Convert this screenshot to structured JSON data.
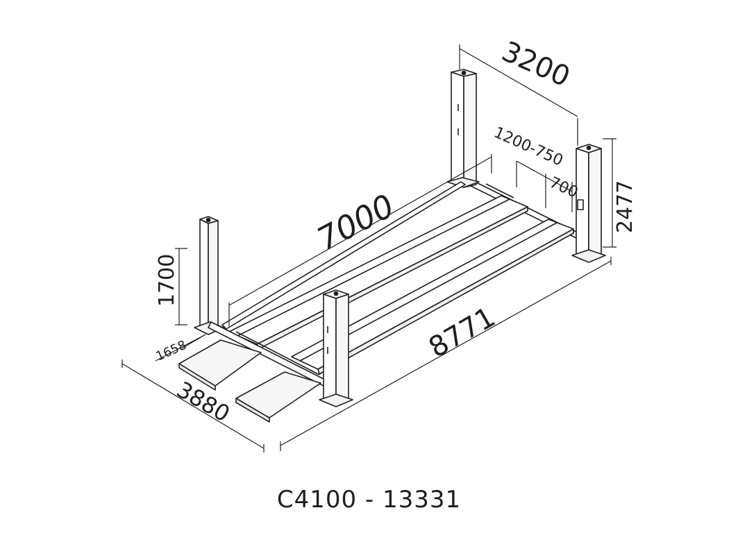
{
  "caption": "C4100 - 13331",
  "dimensions": {
    "width_top": "3200",
    "adjust_range": "1200-750",
    "runway_width": "700",
    "column_height": "2477",
    "runway_length": "7000",
    "lift_height": "1700",
    "ramp_length": "1658",
    "overall_width": "3880",
    "overall_length": "8771"
  },
  "colors": {
    "line": "#1e1e1e",
    "face": "#ffffff",
    "shade": "#f2f2f2"
  }
}
